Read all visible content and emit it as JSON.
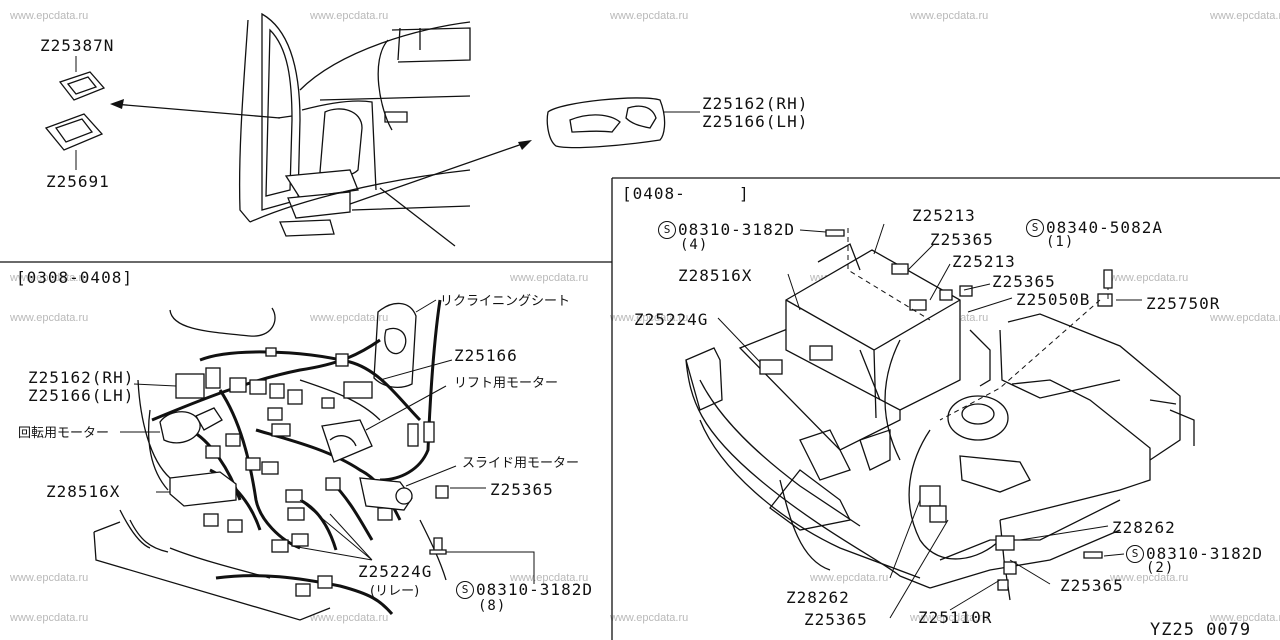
{
  "watermark": "www.epcdata.ru",
  "sections": {
    "range_0308_0408": "[0308-0408]",
    "range_0408": "[0408-     ]"
  },
  "top": {
    "z25387n": "Z25387N",
    "z25691": "Z25691",
    "z25162_rh": "Z25162(RH)",
    "z25166_lh": "Z25166(LH)"
  },
  "left": {
    "reclining_seat": "リクライニングシート",
    "z25166": "Z25166",
    "lift_motor": "リフト用モーター",
    "z25162_rh": "Z25162(RH)",
    "z25166_lh": "Z25166(LH)",
    "rotation_motor": "回転用モーター",
    "slide_motor": "スライド用モーター",
    "z28516x": "Z28516X",
    "z25365": "Z25365",
    "z25224g": "Z25224G",
    "relay": "(リレー)",
    "bolt_code": "08310-3182D",
    "bolt_qty": "(8)",
    "bolt_symbol": "S"
  },
  "right": {
    "bolt1_code": "08310-3182D",
    "bolt1_qty": "(4)",
    "bolt1_symbol": "S",
    "z25213_a": "Z25213",
    "z25365_a": "Z25365",
    "z25213_b": "Z25213",
    "z25365_b": "Z25365",
    "bolt2_code": "08340-5082A",
    "bolt2_qty": "(1)",
    "bolt2_symbol": "S",
    "z28516x": "Z28516X",
    "z25050b": "Z25050B",
    "z25750r": "Z25750R",
    "z25224g": "Z25224G",
    "z28262_a": "Z28262",
    "bolt3_code": "08310-3182D",
    "bolt3_qty": "(2)",
    "bolt3_symbol": "S",
    "z25365_c": "Z25365",
    "z28262_b": "Z28262",
    "z25365_d": "Z25365",
    "z25110r": "Z25110R"
  },
  "diagram_code": "YZ25 0079"
}
